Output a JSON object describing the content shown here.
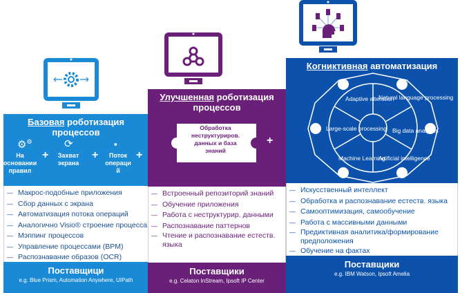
{
  "colors": {
    "basic": "#1b8ad6",
    "enhanced": "#6a1f78",
    "cognitive": "#0c52ad"
  },
  "basic": {
    "title_underlined": "Базовая",
    "title_rest": " роботизация процессов",
    "features": [
      {
        "label": "На основании правил",
        "icon": "gears-icon"
      },
      {
        "label": "Захват экрана",
        "icon": "refresh-icon"
      },
      {
        "label": "Поток операци й",
        "icon": "flowchart-icon"
      }
    ],
    "plus": "+",
    "items": [
      "Макрос-подобные приложения",
      "Сбор данных с экрана",
      "Автоматизация потока операций",
      "Аналогично Visio® строение процесса",
      "Мэппинг процессов",
      "Управление процессами (BPM)",
      "Распознавание образов (OCR)"
    ],
    "vendors_title": "Поставщици",
    "vendors": "e.g. Blue Prism, Automation Anywhere, UIPath"
  },
  "enhanced": {
    "title_underlined": "Улучшенная",
    "title_rest": " роботизация процессов",
    "puzzle": "Обработка неструктуриров. данных и база знаний",
    "plus": "+",
    "items": [
      "Встроенный репозиторий знаний",
      "Обучение приложения",
      "Работа с неструктурир. данными",
      "Распознавание паттернов",
      "Чтение и распознавание естеств. языка"
    ],
    "vendors_title": "Поставщики",
    "vendors": "e.g. Celaton InStream, Ipsoft IP Center"
  },
  "cognitive": {
    "title_underlined": "Когниктивная",
    "title_rest": " автоматизация",
    "segments": [
      "Adaptive alteration",
      "Natural language processing",
      "Big data analytics",
      "Artificial intelligence",
      "Machine Learning",
      "Large-scale processing"
    ],
    "items": [
      "Искусственный интеллект",
      "Обработка и распознавание естеств. языка",
      "Самооптимизация, самообучение",
      "Работа с массивными данными",
      "Предиктивная аналитика/формирование предположения",
      "Обучение на фактах"
    ],
    "vendors_title": "Поставщики",
    "vendors": "e.g. IBM Watson, Ipsoft Amelia"
  }
}
